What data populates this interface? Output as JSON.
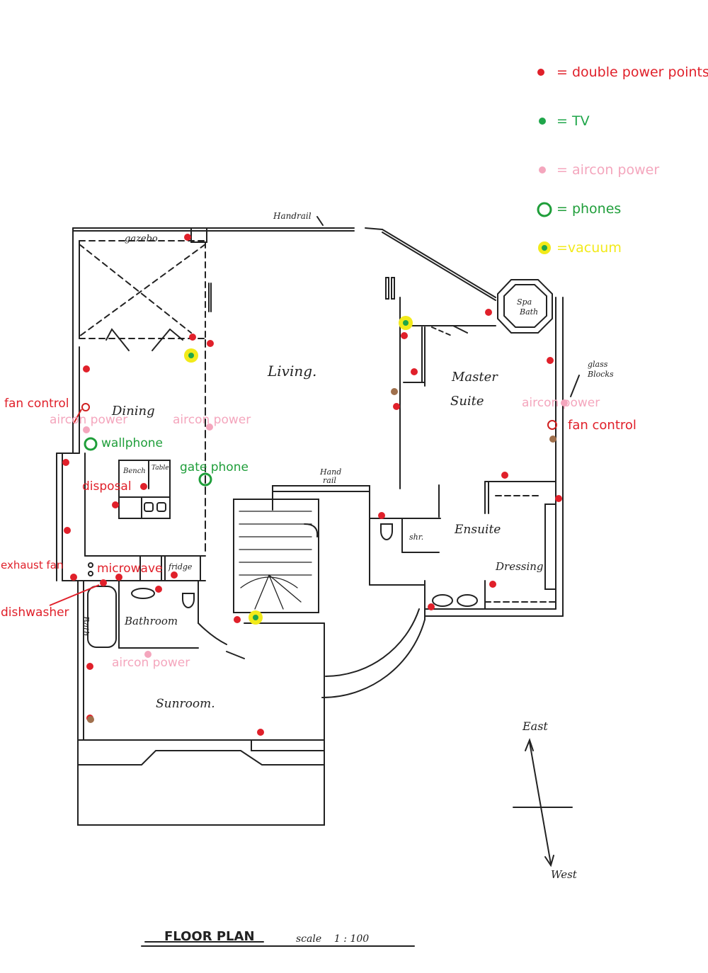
{
  "colors": {
    "power": "#e0202a",
    "tv": "#1fa64a",
    "aircon": "#f4a6bd",
    "phone": "#1f9e3a",
    "vacuum_ring": "#f2ea1a",
    "brown": "#a0704c",
    "fan_ring": "#d02020",
    "ink": "#222222"
  },
  "legend": {
    "power": "= double power points",
    "tv": "= TV",
    "aircon": "= aircon power",
    "phones": "= phones",
    "vacuum": "=vacuum"
  },
  "rooms": {
    "gazebo": "gazebo",
    "handrail_top": "Handrail",
    "living": "Living.",
    "dining": "Dining",
    "master": "Master",
    "suite": "Suite",
    "spa": "Spa",
    "spa2": "Bath",
    "glass": "glass",
    "glass2": "Blocks",
    "hand": "Hand",
    "rail": "rail",
    "bench": "Bench",
    "table": "Table",
    "ensuite": "Ensuite",
    "shr": "shr.",
    "dressing": "Dressing",
    "bath": "Bath",
    "bathroom": "Bathroom",
    "sunroom": "Sunroom.",
    "fridge": "fridge",
    "east": "East",
    "west": "West",
    "title": "FLOOR PLAN",
    "scale": "scale    1 : 100"
  },
  "annotations": {
    "fan_control_left": "fan control",
    "aircon_dining": "aircon power",
    "aircon_living": "aircon power",
    "aircon_master": "aircon power",
    "fan_control_right": "fan control",
    "wallphone": "wallphone",
    "gate_phone": "gate phone",
    "disposal": "disposal",
    "exhaust_fan": "exhaust fan",
    "microwave": "microwave",
    "dishwasher": "dishwasher",
    "aircon_sunroom": "aircon power"
  }
}
